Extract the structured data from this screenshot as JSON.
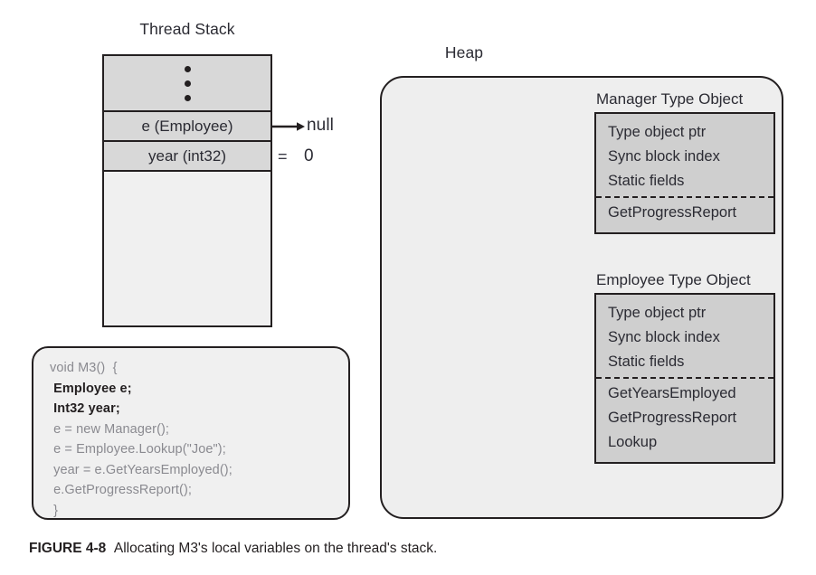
{
  "figure": {
    "caption_label": "FIGURE 4-8",
    "caption_text": "Allocating M3's local variables on the thread's stack."
  },
  "stack": {
    "title": "Thread Stack",
    "ellipsis_icon": "vertical-ellipsis-icon",
    "frames": [
      {
        "label": "e (Employee)",
        "value": "null",
        "operator": "",
        "pointer": true
      },
      {
        "label": "year (int32)",
        "value": "0",
        "operator": "=",
        "pointer": false
      }
    ]
  },
  "code": {
    "lines": [
      {
        "text": "void M3()  {",
        "emphasis": false
      },
      {
        "text": " Employee e;",
        "emphasis": true
      },
      {
        "text": " Int32 year;",
        "emphasis": true
      },
      {
        "text": " e = new Manager();",
        "emphasis": false
      },
      {
        "text": " e = Employee.Lookup(\"Joe\");",
        "emphasis": false
      },
      {
        "text": " year = e.GetYearsEmployed();",
        "emphasis": false
      },
      {
        "text": " e.GetProgressReport();",
        "emphasis": false
      },
      {
        "text": " }",
        "emphasis": false
      }
    ]
  },
  "heap": {
    "title": "Heap",
    "type_objects": [
      {
        "title": "Manager Type Object",
        "header_rows": [
          "Type object ptr",
          "Sync block index",
          "Static fields"
        ],
        "method_rows": [
          "GetProgressReport"
        ]
      },
      {
        "title": "Employee Type Object",
        "header_rows": [
          "Type object ptr",
          "Sync block index",
          "Static fields"
        ],
        "method_rows": [
          "GetYearsEmployed",
          "GetProgressReport",
          "Lookup"
        ]
      }
    ]
  },
  "colors": {
    "stroke": "#231f20",
    "stack_cell_fill": "#d8d8d8",
    "stack_free_fill": "#f0f0f0",
    "heap_fill": "#eeeeee",
    "type_box_fill": "#cfcfcf",
    "code_fill": "#f0f0f0",
    "code_muted_text": "#8a8a90",
    "text": "#2b2b33"
  }
}
